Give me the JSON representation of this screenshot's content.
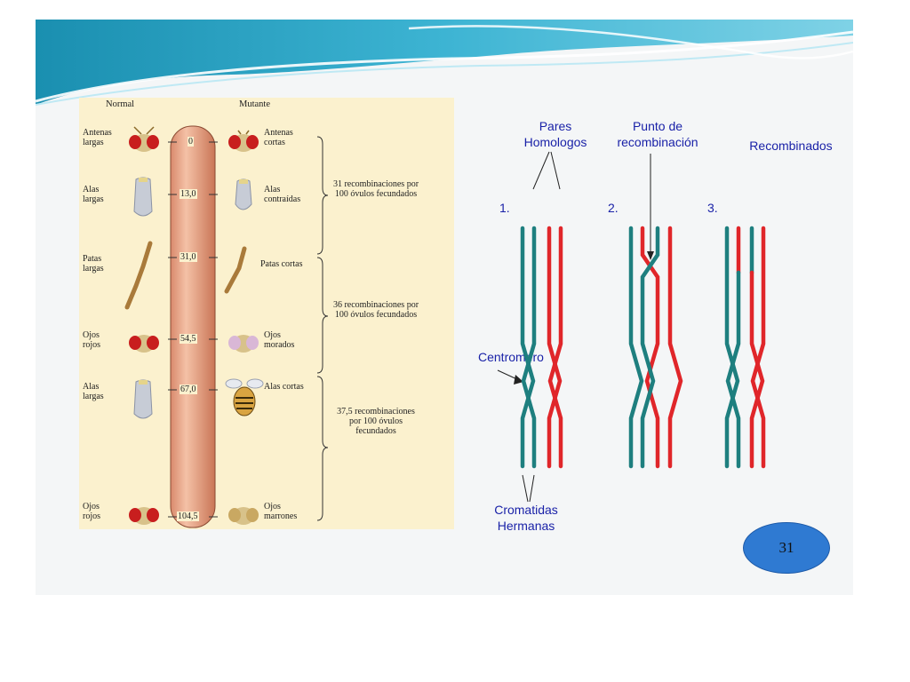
{
  "left_diagram": {
    "header_normal": "Normal",
    "header_mutant": "Mutante",
    "normal_traits": [
      "Antenas largas",
      "Alas largas",
      "Patas largas",
      "Ojos rojos",
      "Alas largas",
      "Ojos rojos"
    ],
    "mutant_traits": [
      "Antenas cortas",
      "Alas contraídas",
      "Patas cortas",
      "Ojos morados",
      "Alas cortas",
      "Ojos marrones"
    ],
    "loci": [
      "0",
      "13,0",
      "31,0",
      "54,5",
      "67,0",
      "104,5"
    ],
    "recombination_notes": [
      "31 recombinaciones por 100 óvulos fecundados",
      "36 recombinaciones por 100 óvulos fecundados",
      "37,5 recombinaciones por 100 óvulos fecundados"
    ]
  },
  "right_diagram": {
    "label_homologs_1": "Pares",
    "label_homologs_2": "Homologos",
    "label_point_1": "Punto de",
    "label_point_2": "recombinación",
    "label_recombined": "Recombinados",
    "step1": "1.",
    "step2": "2.",
    "step3": "3.",
    "label_centromere": "Centromero",
    "label_sisters_1": "Cromatidas",
    "label_sisters_2": "Hermanas",
    "colors": {
      "teal": "#1e7f7f",
      "red": "#e0262a",
      "text_blue": "#1a22a8"
    }
  },
  "page_number": "31"
}
